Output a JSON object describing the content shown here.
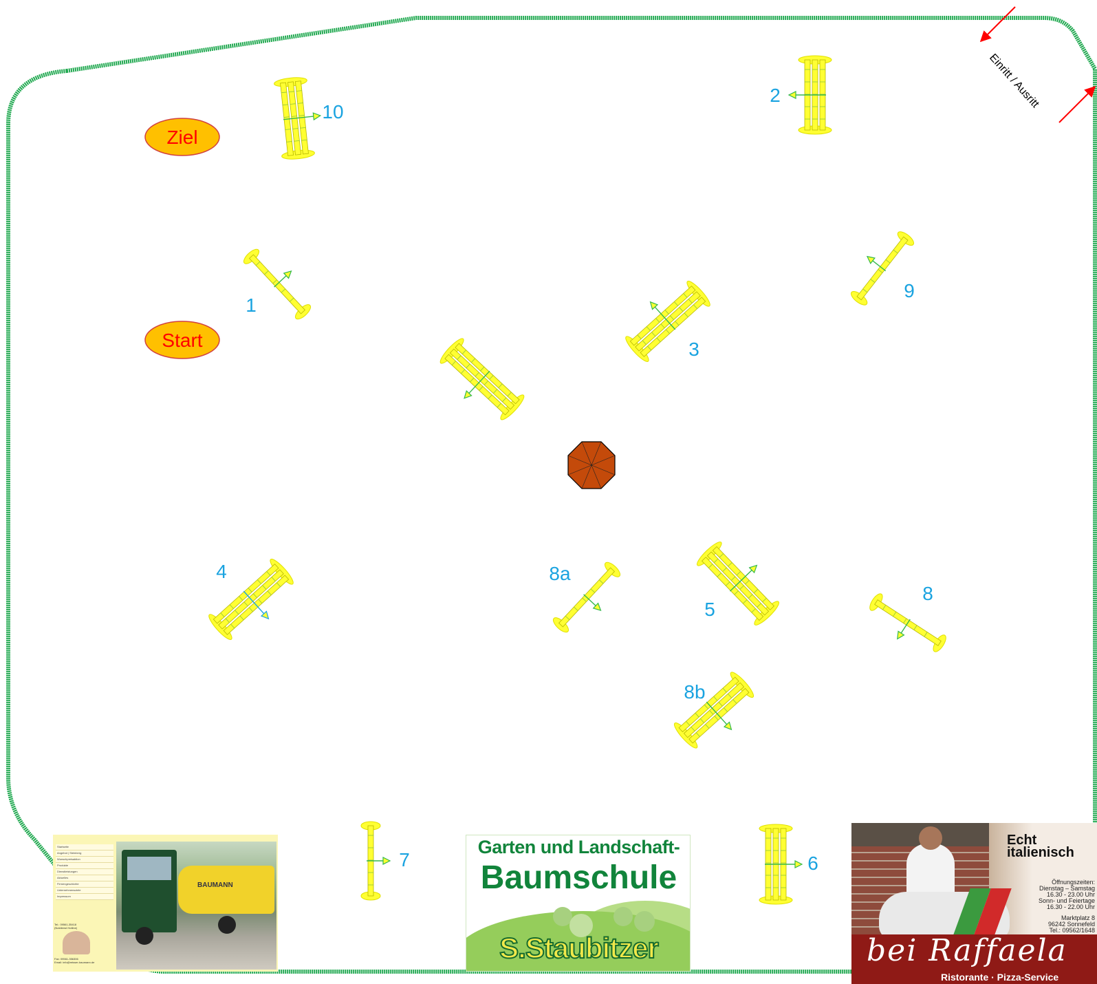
{
  "course": {
    "entrance_label": "Einritt / Ausritt",
    "start_label": "Start",
    "finish_label": "Ziel",
    "obstacle_labels": {
      "o1": "1",
      "o2": "2",
      "o3": "3",
      "o4": "4",
      "o5": "5",
      "o6": "6",
      "o7": "7",
      "o8": "8",
      "o8a": "8a",
      "o8b": "8b",
      "o9": "9",
      "o10": "10"
    },
    "colors": {
      "arena_border": "#1fa84f",
      "pole": "#ffff33",
      "pole_edge": "#b7b700",
      "direction_arrow": "#33b84b",
      "number": "#1aa3e0",
      "marker_fill": "#ffc000",
      "marker_edge": "#d04040",
      "marker_text": "#ff0000",
      "umbrella": "#c44a0a",
      "entrance_arrow": "#ff0000"
    }
  },
  "sponsors": {
    "baumann": {
      "nav_items": [
        "Startseite",
        "Angebot | Steinberg",
        "Wunschpreisaktion",
        "Produkte",
        "Dienstleistungen",
        "Aktuelles",
        "Firmengeschichte",
        "Unternehmensziele",
        "Impressum"
      ],
      "truck_name": "BAUMANN",
      "contact": [
        "Tel.: 09561-35418",
        "(Notdienst Hotline)",
        "Fax: 09561-356306",
        "Email: info@reisser-baumann.de"
      ]
    },
    "staubitzer": {
      "line1": "Garten und Landschaft-",
      "line2": "Baumschule",
      "line3": "S.Staubitzer"
    },
    "raffaela": {
      "headline1": "Echt",
      "headline2": "italienisch",
      "hours_title": "Öffnungszeiten:",
      "hours_weekday_label": "Dienstag – Samstag",
      "hours_weekday": "16.30 - 23.00 Uhr",
      "hours_holiday_label": "Sonn- und Feiertage",
      "hours_holiday": "16.30 - 22.00 Uhr",
      "address1": "Marktplatz 8",
      "address2": "96242 Sonnefeld",
      "phone": "Tel.: 09562/1648",
      "brand": "bei Raffaela",
      "subtitle": "Ristorante · Pizza-Service"
    }
  }
}
